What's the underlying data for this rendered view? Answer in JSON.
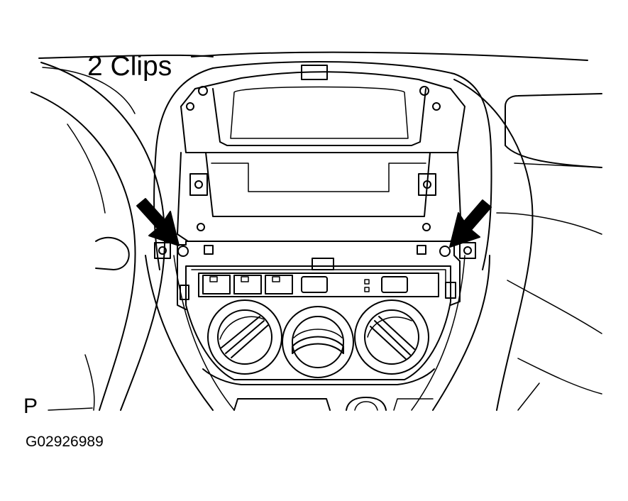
{
  "labels": {
    "callout": "2 Clips",
    "view_letter": "P",
    "figure_id": "G02926989"
  },
  "colors": {
    "line": "#000000",
    "background": "#ffffff",
    "arrow": "#000000"
  },
  "parts": [
    "steering-wheel",
    "center-cluster-opening",
    "lower-panel",
    "heater-control-panel",
    "clip",
    "arrow"
  ],
  "control_panel": {
    "knob_count": 3,
    "button_count": 3
  },
  "clips": {
    "count": 2
  }
}
